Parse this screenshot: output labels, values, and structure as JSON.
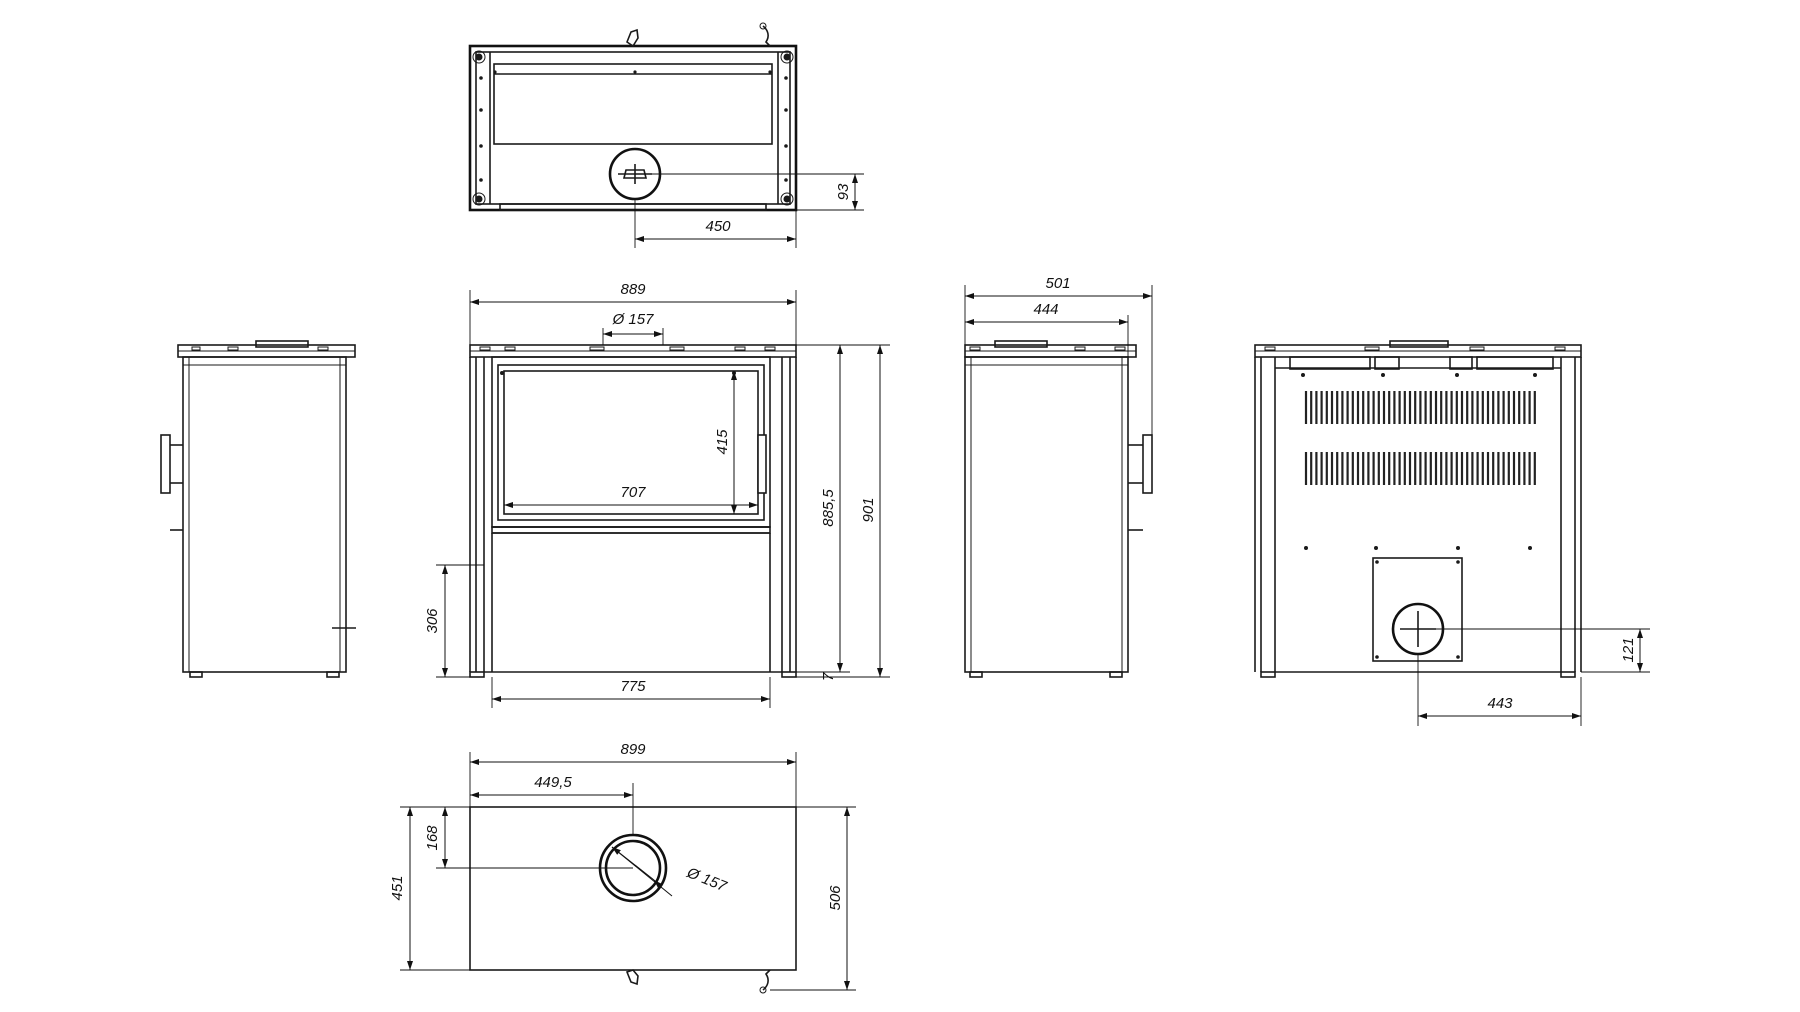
{
  "dimensions": {
    "top_flue_offset_depth": "93",
    "top_flue_offset_width": "450",
    "front_width_top": "889",
    "front_flue_diameter": "Ø 157",
    "front_glass_height": "415",
    "front_glass_width": "707",
    "front_height_flue": "885,5",
    "front_height_total": "901",
    "front_pedestal_height": "306",
    "front_body_width": "775",
    "front_foot_height": "7",
    "side_depth_total": "501",
    "side_depth_body": "444",
    "back_flue_height": "121",
    "back_flue_offset": "443",
    "base_width": "899",
    "base_center_offset": "449,5",
    "base_flue_depth": "168",
    "base_flue_diameter": "Ø 157",
    "base_depth_body": "451",
    "base_depth_total": "506"
  },
  "colors": {
    "line": "#1a1a1a",
    "background": "#ffffff"
  }
}
